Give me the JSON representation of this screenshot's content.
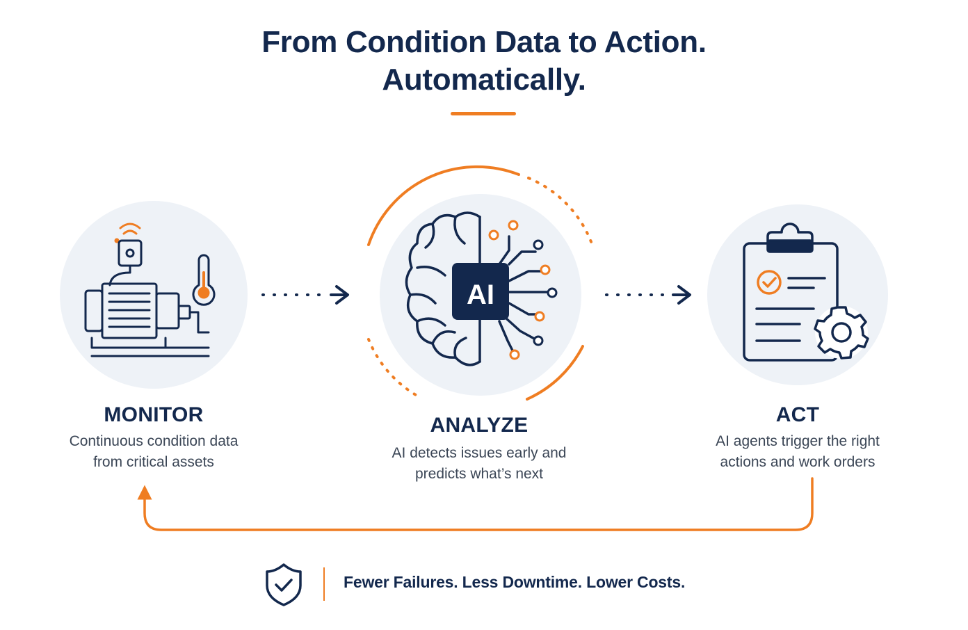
{
  "header": {
    "title_line1": "From Condition Data to Action.",
    "title_line2": "Automatically."
  },
  "steps": [
    {
      "title": "MONITOR",
      "desc_line1": "Continuous condition data",
      "desc_line2": "from critical assets",
      "icon": "motor-sensor-icon"
    },
    {
      "title": "ANALYZE",
      "desc_line1": "AI detects issues early and",
      "desc_line2": "predicts what’s next",
      "icon": "ai-brain-icon",
      "badge": "AI"
    },
    {
      "title": "ACT",
      "desc_line1": "AI agents trigger the right",
      "desc_line2": "actions and work orders",
      "icon": "clipboard-gear-icon"
    }
  ],
  "footer": {
    "tagline": "Fewer Failures. Less Downtime. Lower Costs.",
    "icon": "shield-check-icon"
  },
  "colors": {
    "navy": "#13284d",
    "orange": "#ef7d22",
    "circle_bg": "#eef2f7",
    "text_gray": "#3b4656"
  }
}
